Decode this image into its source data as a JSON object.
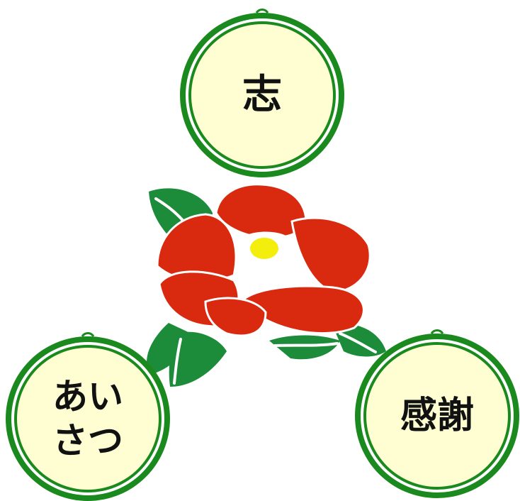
{
  "badges": {
    "top": {
      "text": "志"
    },
    "left": {
      "text": "あい\nさつ"
    },
    "right": {
      "text": "感謝"
    }
  },
  "colors": {
    "ring_green": "#1a8a1f",
    "badge_fill": "#fefed2",
    "petal_red": "#d92a10",
    "leaf_green": "#1c8c3a",
    "stamen_yellow": "#f3ee0c"
  }
}
